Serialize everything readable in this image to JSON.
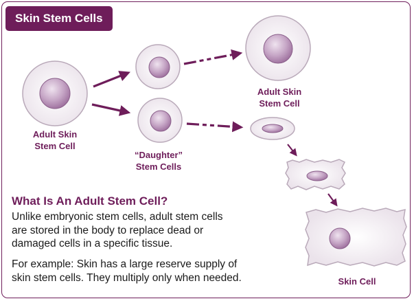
{
  "title": "Skin Stem Cells",
  "labels": {
    "adult_left": [
      "Adult Skin",
      "Stem Cell"
    ],
    "daughter": [
      "“Daughter”",
      "Stem Cells"
    ],
    "adult_right": [
      "Adult Skin",
      "Stem Cell"
    ],
    "skin_cell": "Skin Cell"
  },
  "info": {
    "heading": "What Is An Adult Stem Cell?",
    "paragraph1": [
      "Unlike embryonic stem cells, adult stem cells",
      "are stored in the body to replace dead or",
      "damaged cells in a specific tissue."
    ],
    "paragraph2": [
      "For example: Skin has a large reserve supply of",
      "skin stem cells. They multiply only when needed."
    ]
  },
  "colors": {
    "accent": "#6e1d5a",
    "cell_fill": "#f3eef3",
    "cell_stroke": "#b9a9b9",
    "nucleus": "#b48bb4"
  }
}
